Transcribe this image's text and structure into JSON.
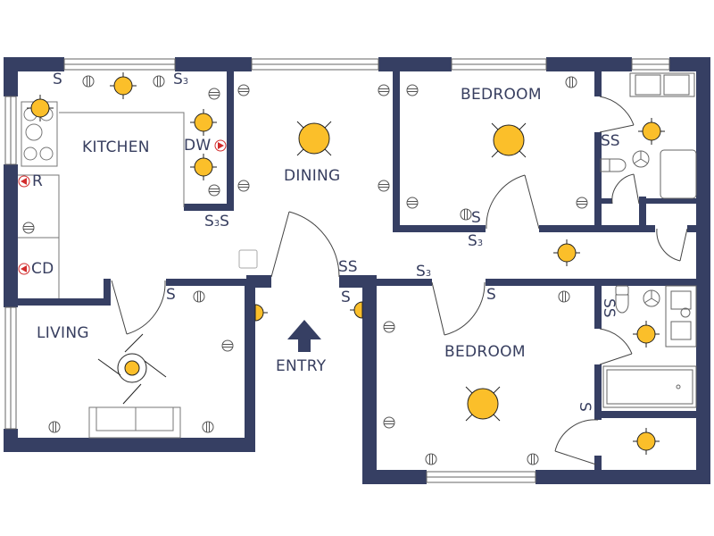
{
  "plan": {
    "wall_color": "#363f63",
    "light_color": "#fbbf2a",
    "appliance_color": "#d22b2b",
    "rooms": [
      {
        "id": "kitchen",
        "label": "KITCHEN"
      },
      {
        "id": "dining",
        "label": "DINING"
      },
      {
        "id": "bedroom1",
        "label": "BEDROOM"
      },
      {
        "id": "living",
        "label": "LIVING"
      },
      {
        "id": "entry",
        "label": "ENTRY"
      },
      {
        "id": "bedroom2",
        "label": "BEDROOM"
      }
    ],
    "appliances": [
      {
        "id": "dishwasher",
        "label": "DW"
      },
      {
        "id": "refrigerator",
        "label": "R"
      },
      {
        "id": "clothes-dryer",
        "label": "CD"
      }
    ],
    "switches": {
      "kitchen_top_left": "S",
      "kitchen_top_right": "S",
      "kitchen_top_right_sub": "3",
      "kitchen_bottom_a": "S",
      "kitchen_bottom_sub": "3",
      "kitchen_bottom_b": "S",
      "living_door": "S",
      "entry_ss": "SS",
      "entry_s": "S",
      "bedroom1_door_s": "S",
      "bedroom1_door_s3": "S",
      "bedroom1_door_s3_sub": "3",
      "hall_s3": "S",
      "hall_s3_sub": "3",
      "bedroom2_door_s": "S",
      "bath1_ss": "SS",
      "bath2_ss": "SS",
      "closet_s": "S"
    }
  }
}
